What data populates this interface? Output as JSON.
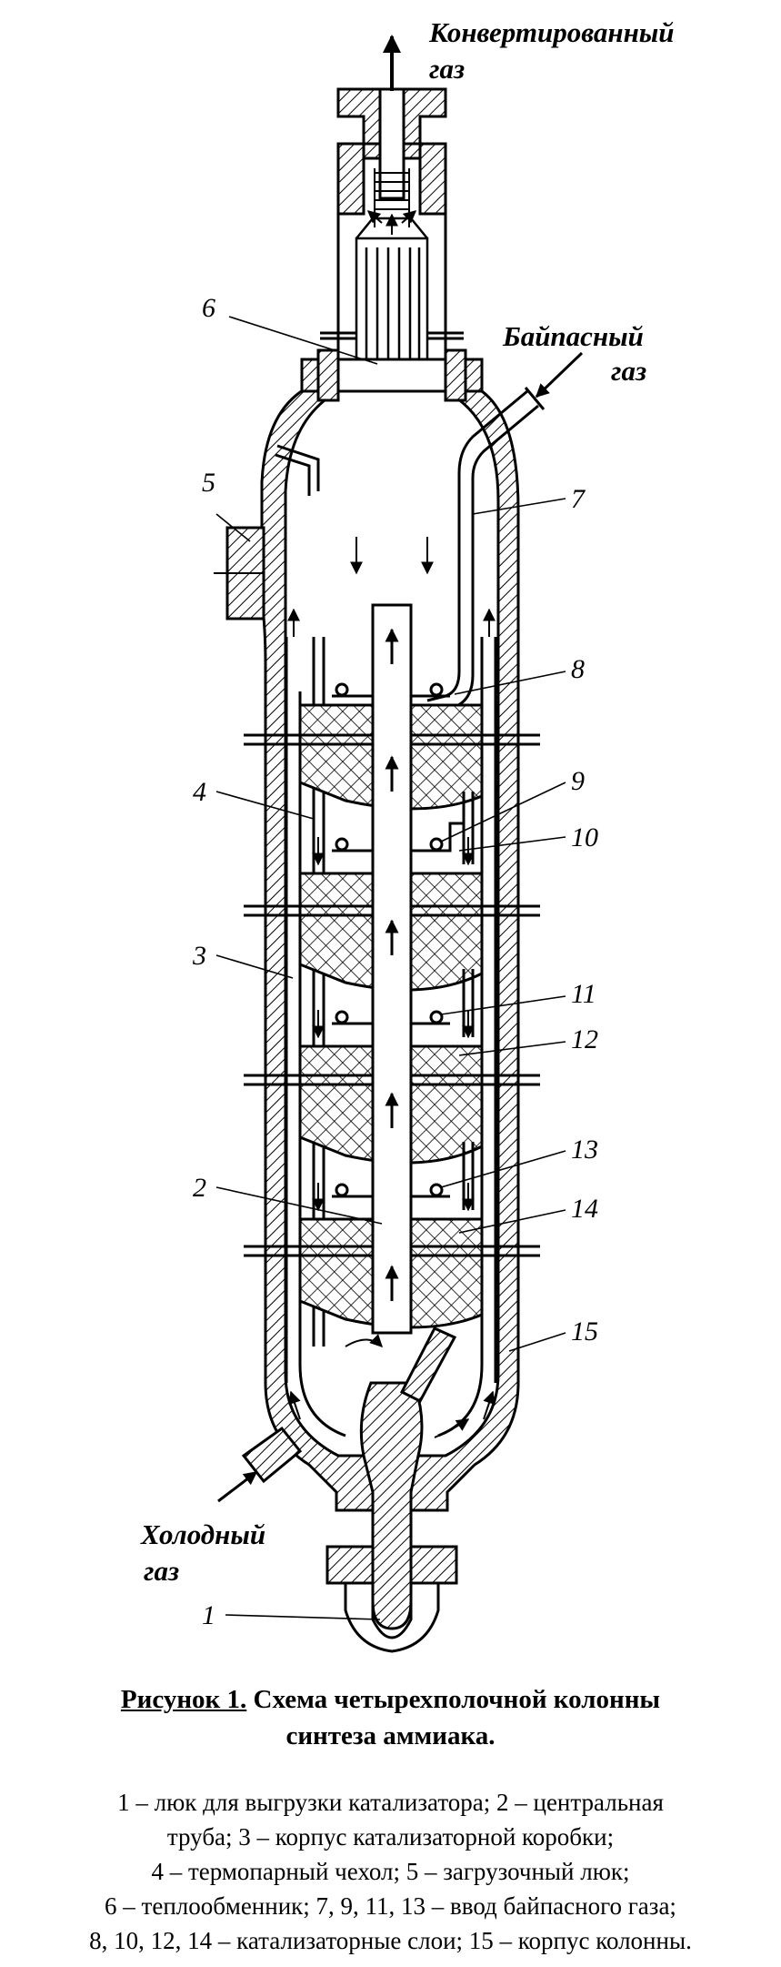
{
  "labels": {
    "converted_gas_1": "Конвертированный",
    "converted_gas_2": "газ",
    "bypass_gas_1": "Байпасный",
    "bypass_gas_2": "газ",
    "cold_gas_1": "Холодный",
    "cold_gas_2": "газ",
    "n1": "1",
    "n2": "2",
    "n3": "3",
    "n4": "4",
    "n5": "5",
    "n6": "6",
    "n7": "7",
    "n8": "8",
    "n9": "9",
    "n10": "10",
    "n11": "11",
    "n12": "12",
    "n13": "13",
    "n14": "14",
    "n15": "15"
  },
  "caption": {
    "figure_number": "Рисунок 1.",
    "title_part1": " Схема четырехполочной колонны",
    "title_part2": "синтеза аммиака."
  },
  "legend": [
    "1 – люк для выгрузки катализатора; 2 – центральная",
    "труба; 3 – корпус катализаторной коробки;",
    "4 – термопарный чехол; 5 – загрузочный люк;",
    "6 – теплообменник; 7, 9, 11, 13 – ввод байпасного газа;",
    "8, 10, 12, 14 – катализаторные слои; 15 – корпус колонны."
  ]
}
